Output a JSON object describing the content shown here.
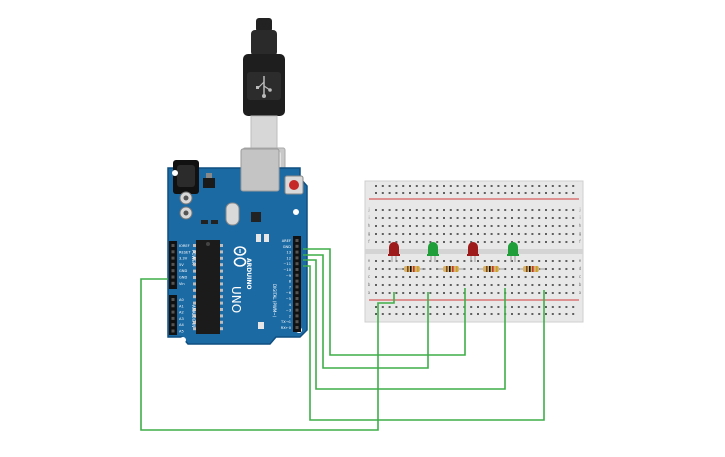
{
  "colors": {
    "board": "#1c6aa4",
    "board_edge": "#0f4f80",
    "breadboard": "#e8e8e8",
    "wire": "#3fae49",
    "rail_red": "#d33a3a",
    "rail_blue": "#3a5fd3",
    "led_red": "#9e1b1b",
    "led_green": "#1f9e3a"
  },
  "board": {
    "logo_text": "ARDUINO",
    "model_text": "UNO",
    "digital_header_label": "DIGITAL (PWM~)",
    "analog_header_label": "ANALOG IN",
    "power_header_label": "POWER",
    "digital_pins": [
      "AREF",
      "GND",
      "13",
      "12",
      "~11",
      "~10",
      "~9",
      "8",
      "7",
      "~6",
      "~5",
      "4",
      "~3",
      "2",
      "TX→1",
      "RX←0"
    ],
    "power_pins": [
      "IOREF",
      "RESET",
      "3.3V",
      "5V",
      "GND",
      "GND",
      "Vin"
    ],
    "analog_pins": [
      "A0",
      "A1",
      "A2",
      "A3",
      "A4",
      "A5"
    ]
  },
  "breadboard": {
    "row_letters_top": [
      "j",
      "i",
      "h",
      "g",
      "f"
    ],
    "row_letters_bottom": [
      "e",
      "d",
      "c",
      "b",
      "a"
    ]
  },
  "components": {
    "leds": [
      {
        "name": "led-1",
        "color": "red"
      },
      {
        "name": "led-2",
        "color": "green"
      },
      {
        "name": "led-3",
        "color": "red"
      },
      {
        "name": "led-4",
        "color": "green"
      }
    ],
    "resistor_count": 4
  }
}
